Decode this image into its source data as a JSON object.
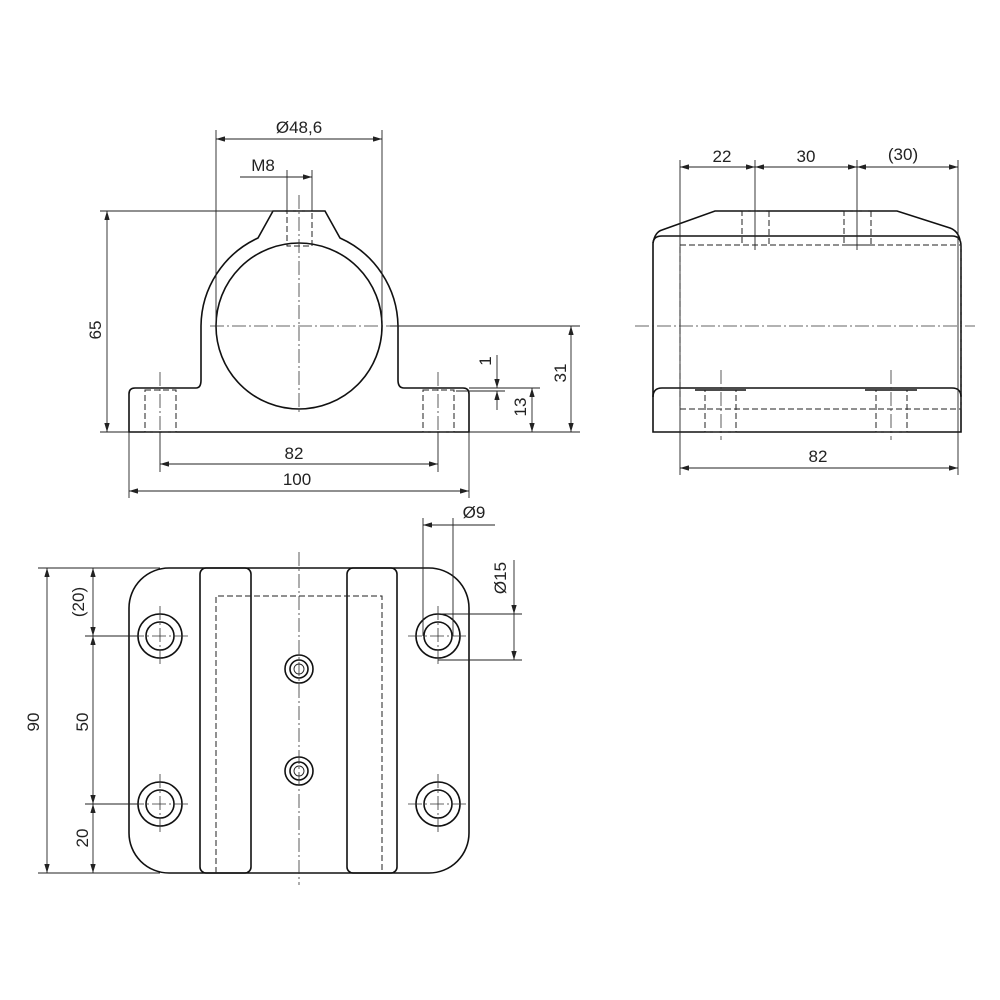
{
  "front_view": {
    "dim_bore": "Ø48,6",
    "dim_thread": "M8",
    "dim_height": "65",
    "dim_hole_spacing": "82",
    "dim_width": "100",
    "dim_center_height": "31",
    "dim_base_height": "13",
    "dim_counterbore": "1"
  },
  "side_view": {
    "dim_first": "22",
    "dim_second": "30",
    "dim_third": "(30)",
    "dim_length": "82"
  },
  "bottom_view": {
    "dim_hole": "Ø9",
    "dim_counterbore": "Ø15",
    "dim_total": "90",
    "dim_top": "(20)",
    "dim_spacing": "50",
    "dim_bottom": "20"
  }
}
